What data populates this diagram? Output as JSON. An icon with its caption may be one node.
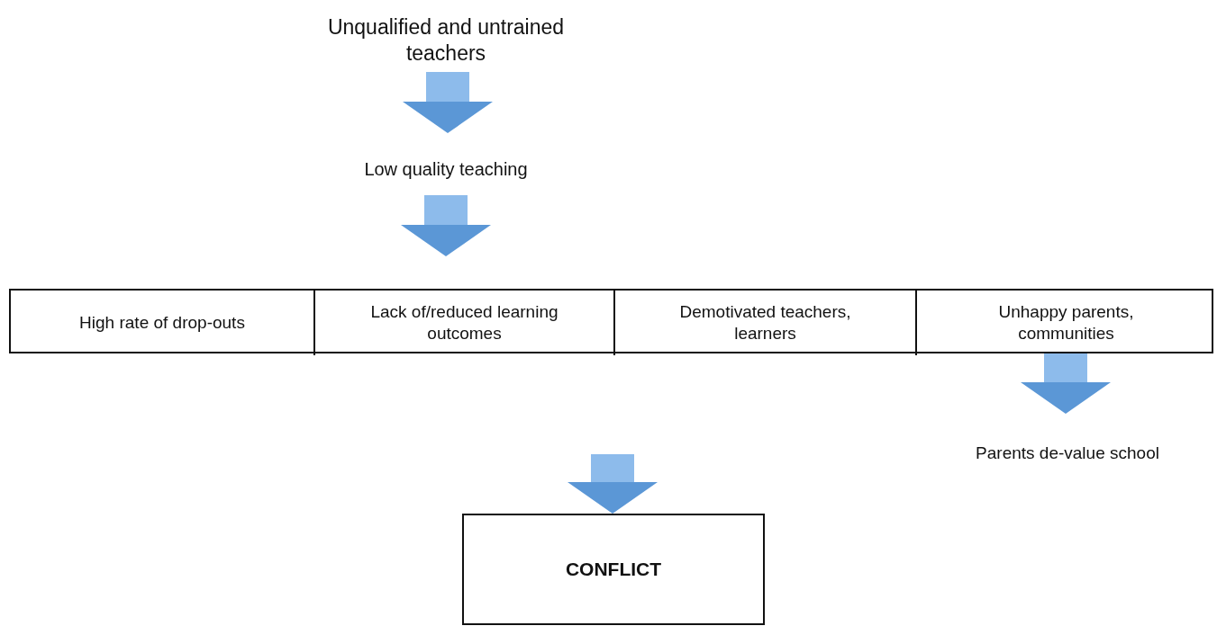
{
  "diagram": {
    "nodes": [
      {
        "text": [
          "Unqualified and untrained teachers"
        ]
      },
      {
        "text": [
          "Low quality teaching"
        ]
      },
      {
        "text": [],
        "shape": "box"
      },
      {
        "text": [
          "High rate of drop-outs"
        ],
        "in": 2
      },
      {
        "text": [
          "Lack of/reduced learning outcomes"
        ],
        "in": 2
      },
      {
        "text": [
          "Demotivated teachers, learners"
        ],
        "in": 2
      },
      {
        "text": [
          "Unhappy parents, communities"
        ],
        "in": 2
      },
      {
        "text": [
          "Parents de-value school"
        ]
      },
      {
        "text": [
          "CONFLICT"
        ]
      }
    ],
    "edges": [
      {
        "from": 0,
        "to": 1,
        "arrow": "to"
      },
      {
        "from": 1,
        "to": 2,
        "arrow": "to"
      },
      {
        "from": 6,
        "to": 7,
        "arrow": "to"
      },
      {
        "from": null,
        "to": 8,
        "arrow": "to"
      }
    ]
  }
}
